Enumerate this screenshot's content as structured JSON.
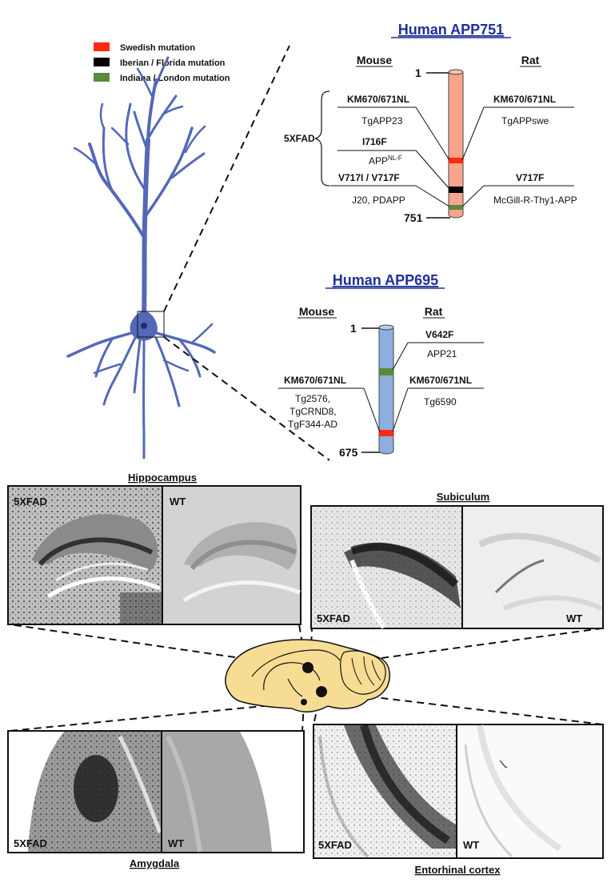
{
  "legend": [
    {
      "label": "Swedish mutation",
      "color": "#ff2a10"
    },
    {
      "label": "Iberian / Florida mutation",
      "color": "#000000"
    },
    {
      "label": "Indiana / London mutation",
      "color": "#5b8a3a"
    }
  ],
  "app751": {
    "title": "Human APP751",
    "mouse_header": "Mouse",
    "rat_header": "Rat",
    "start": "1",
    "end": "751",
    "group_label": "5XFAD",
    "mouse": [
      {
        "mutation": "KM670/671NL",
        "model": "TgAPP23"
      },
      {
        "mutation": "I716F",
        "model": "APP",
        "model_sup": "NL-F"
      },
      {
        "mutation": "V717I / V717F",
        "model": "J20, PDAPP"
      }
    ],
    "rat": [
      {
        "mutation": "KM670/671NL",
        "model": "TgAPPswe"
      },
      {
        "mutation": "V717F",
        "model": "McGill-R-Thy1-APP"
      }
    ]
  },
  "app695": {
    "title": "Human APP695",
    "mouse_header": "Mouse",
    "rat_header": "Rat",
    "start": "1",
    "end": "675",
    "mouse": [
      {
        "mutation": "KM670/671NL",
        "model_lines": [
          "Tg2576,",
          "TgCRND8,",
          "TgF344-AD"
        ]
      }
    ],
    "rat": [
      {
        "mutation": "V642F",
        "model": "APP21"
      },
      {
        "mutation": "KM670/671NL",
        "model": "Tg6590"
      }
    ]
  },
  "panels": {
    "hippocampus": {
      "title": "Hippocampus",
      "left_label": "5XFAD",
      "right_label": "WT"
    },
    "subiculum": {
      "title": "Subiculum",
      "left_label": "5XFAD",
      "right_label": "WT"
    },
    "amygdala": {
      "title": "Amygdala",
      "left_label": "5XFAD",
      "right_label": "WT"
    },
    "entorhinal": {
      "title": "Entorhinal cortex",
      "left_label": "5XFAD",
      "right_label": "WT"
    }
  },
  "colors": {
    "header_blue": "#1f2f99",
    "app751_bar": "#f8a48e",
    "app695_bar": "#8eaee0",
    "neuron": "#5468b8",
    "brain": "#f7dd94"
  }
}
